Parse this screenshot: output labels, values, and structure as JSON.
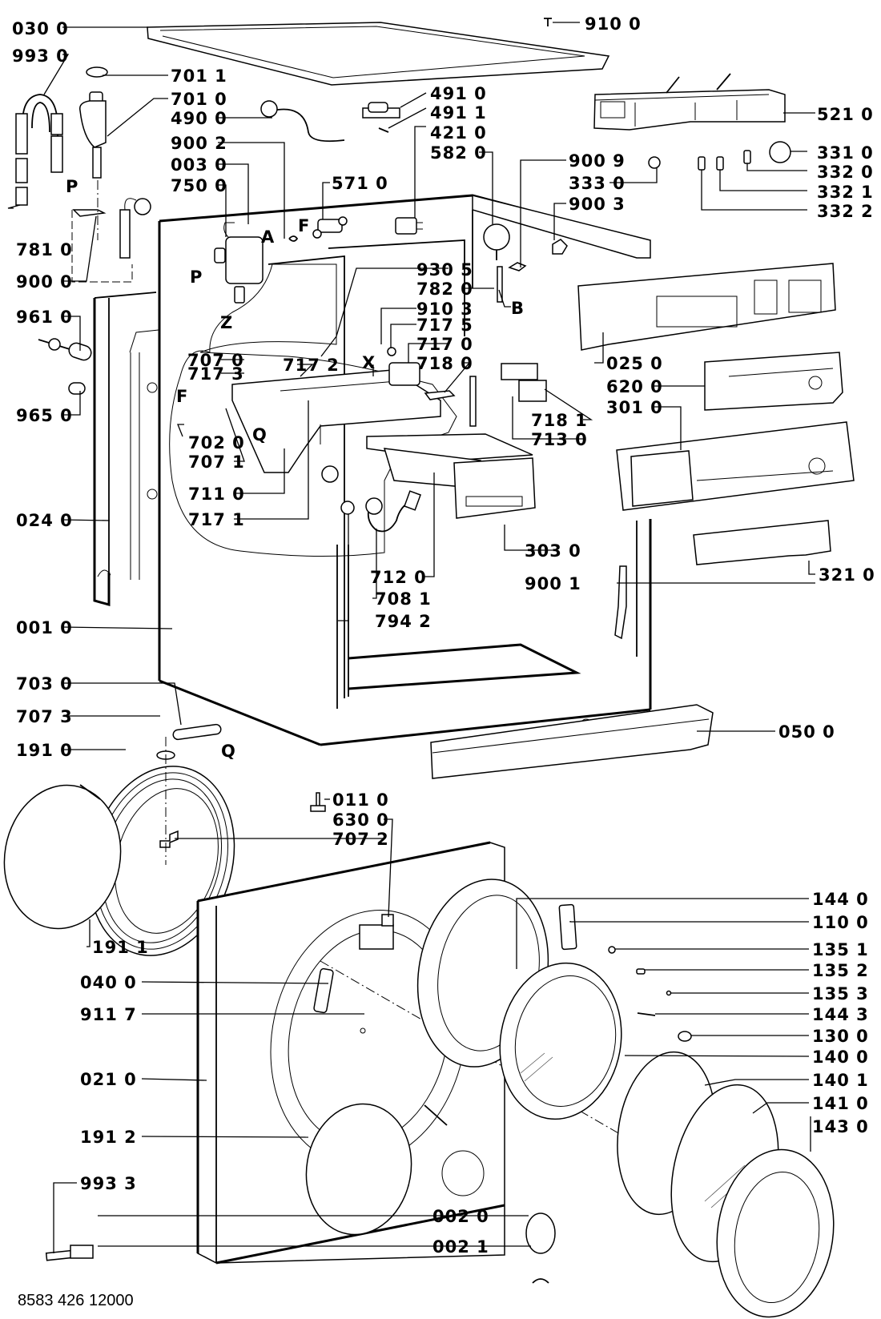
{
  "document_number": "8583 426 12000",
  "callouts": [
    {
      "id": "cl-0300",
      "part": "030",
      "sub": "0"
    },
    {
      "id": "cl-9930",
      "part": "993",
      "sub": "0"
    },
    {
      "id": "cl-7011",
      "part": "701",
      "sub": "1"
    },
    {
      "id": "cl-7010",
      "part": "701",
      "sub": "0"
    },
    {
      "id": "cl-4900",
      "part": "490",
      "sub": "0"
    },
    {
      "id": "cl-9002",
      "part": "900",
      "sub": "2"
    },
    {
      "id": "cl-0030",
      "part": "003",
      "sub": "0"
    },
    {
      "id": "cl-7500",
      "part": "750",
      "sub": "0"
    },
    {
      "id": "cl-7810",
      "part": "781",
      "sub": "0"
    },
    {
      "id": "cl-9000",
      "part": "900",
      "sub": "0"
    },
    {
      "id": "cl-9610",
      "part": "961",
      "sub": "0"
    },
    {
      "id": "cl-9650",
      "part": "965",
      "sub": "0"
    },
    {
      "id": "cl-0240",
      "part": "024",
      "sub": "0"
    },
    {
      "id": "cl-0010",
      "part": "001",
      "sub": "0"
    },
    {
      "id": "cl-9100",
      "part": "910",
      "sub": "0"
    },
    {
      "id": "cl-4910",
      "part": "491",
      "sub": "0"
    },
    {
      "id": "cl-4911",
      "part": "491",
      "sub": "1"
    },
    {
      "id": "cl-4210",
      "part": "421",
      "sub": "0"
    },
    {
      "id": "cl-5820",
      "part": "582",
      "sub": "0"
    },
    {
      "id": "cl-5710",
      "part": "571",
      "sub": "0"
    },
    {
      "id": "cl-9009",
      "part": "900",
      "sub": "9"
    },
    {
      "id": "cl-3330",
      "part": "333",
      "sub": "0"
    },
    {
      "id": "cl-9003",
      "part": "900",
      "sub": "3"
    },
    {
      "id": "cl-5210",
      "part": "521",
      "sub": "0"
    },
    {
      "id": "cl-3310",
      "part": "331",
      "sub": "0"
    },
    {
      "id": "cl-3320",
      "part": "332",
      "sub": "0"
    },
    {
      "id": "cl-3321",
      "part": "332",
      "sub": "1"
    },
    {
      "id": "cl-3322",
      "part": "332",
      "sub": "2"
    },
    {
      "id": "cl-9305",
      "part": "930",
      "sub": "5"
    },
    {
      "id": "cl-7820",
      "part": "782",
      "sub": "0"
    },
    {
      "id": "cl-9103",
      "part": "910",
      "sub": "3"
    },
    {
      "id": "cl-7175",
      "part": "717",
      "sub": "5"
    },
    {
      "id": "cl-7170",
      "part": "717",
      "sub": "0"
    },
    {
      "id": "cl-7180",
      "part": "718",
      "sub": "0"
    },
    {
      "id": "cl-7070",
      "part": "707",
      "sub": "0"
    },
    {
      "id": "cl-7173",
      "part": "717",
      "sub": "3"
    },
    {
      "id": "cl-7172",
      "part": "717",
      "sub": "2"
    },
    {
      "id": "cl-7020",
      "part": "702",
      "sub": "0"
    },
    {
      "id": "cl-7071",
      "part": "707",
      "sub": "1"
    },
    {
      "id": "cl-7110",
      "part": "711",
      "sub": "0"
    },
    {
      "id": "cl-7171",
      "part": "717",
      "sub": "1"
    },
    {
      "id": "cl-7120",
      "part": "712",
      "sub": "0"
    },
    {
      "id": "cl-7081",
      "part": "708",
      "sub": "1"
    },
    {
      "id": "cl-7942",
      "part": "794",
      "sub": "2"
    },
    {
      "id": "cl-7181",
      "part": "718",
      "sub": "1"
    },
    {
      "id": "cl-7130",
      "part": "713",
      "sub": "0"
    },
    {
      "id": "cl-0250",
      "part": "025",
      "sub": "0"
    },
    {
      "id": "cl-6200",
      "part": "620",
      "sub": "0"
    },
    {
      "id": "cl-3010",
      "part": "301",
      "sub": "0"
    },
    {
      "id": "cl-3030",
      "part": "303",
      "sub": "0"
    },
    {
      "id": "cl-9001",
      "part": "900",
      "sub": "1"
    },
    {
      "id": "cl-3210",
      "part": "321",
      "sub": "0"
    },
    {
      "id": "cl-7030",
      "part": "703",
      "sub": "0"
    },
    {
      "id": "cl-7073",
      "part": "707",
      "sub": "3"
    },
    {
      "id": "cl-1910",
      "part": "191",
      "sub": "0"
    },
    {
      "id": "cl-0110",
      "part": "011",
      "sub": "0"
    },
    {
      "id": "cl-6300",
      "part": "630",
      "sub": "0"
    },
    {
      "id": "cl-7072",
      "part": "707",
      "sub": "2"
    },
    {
      "id": "cl-0500",
      "part": "050",
      "sub": "0"
    },
    {
      "id": "cl-1911",
      "part": "191",
      "sub": "1"
    },
    {
      "id": "cl-0400",
      "part": "040",
      "sub": "0"
    },
    {
      "id": "cl-9117",
      "part": "911",
      "sub": "7"
    },
    {
      "id": "cl-0210",
      "part": "021",
      "sub": "0"
    },
    {
      "id": "cl-1912",
      "part": "191",
      "sub": "2"
    },
    {
      "id": "cl-9933",
      "part": "993",
      "sub": "3"
    },
    {
      "id": "cl-0020",
      "part": "002",
      "sub": "0"
    },
    {
      "id": "cl-0021",
      "part": "002",
      "sub": "1"
    },
    {
      "id": "cl-1440",
      "part": "144",
      "sub": "0"
    },
    {
      "id": "cl-1100",
      "part": "110",
      "sub": "0"
    },
    {
      "id": "cl-1351",
      "part": "135",
      "sub": "1"
    },
    {
      "id": "cl-1352",
      "part": "135",
      "sub": "2"
    },
    {
      "id": "cl-1353",
      "part": "135",
      "sub": "3"
    },
    {
      "id": "cl-1443",
      "part": "144",
      "sub": "3"
    },
    {
      "id": "cl-1300",
      "part": "130",
      "sub": "0"
    },
    {
      "id": "cl-1400",
      "part": "140",
      "sub": "0"
    },
    {
      "id": "cl-1401",
      "part": "140",
      "sub": "1"
    },
    {
      "id": "cl-1410",
      "part": "141",
      "sub": "0"
    },
    {
      "id": "cl-1430",
      "part": "143",
      "sub": "0"
    }
  ],
  "markers": {
    "P1": "P",
    "P2": "P",
    "A": "A",
    "F1": "F",
    "F2": "F",
    "Z": "Z",
    "B": "B",
    "X": "X",
    "Q1": "Q",
    "Q2": "Q"
  }
}
